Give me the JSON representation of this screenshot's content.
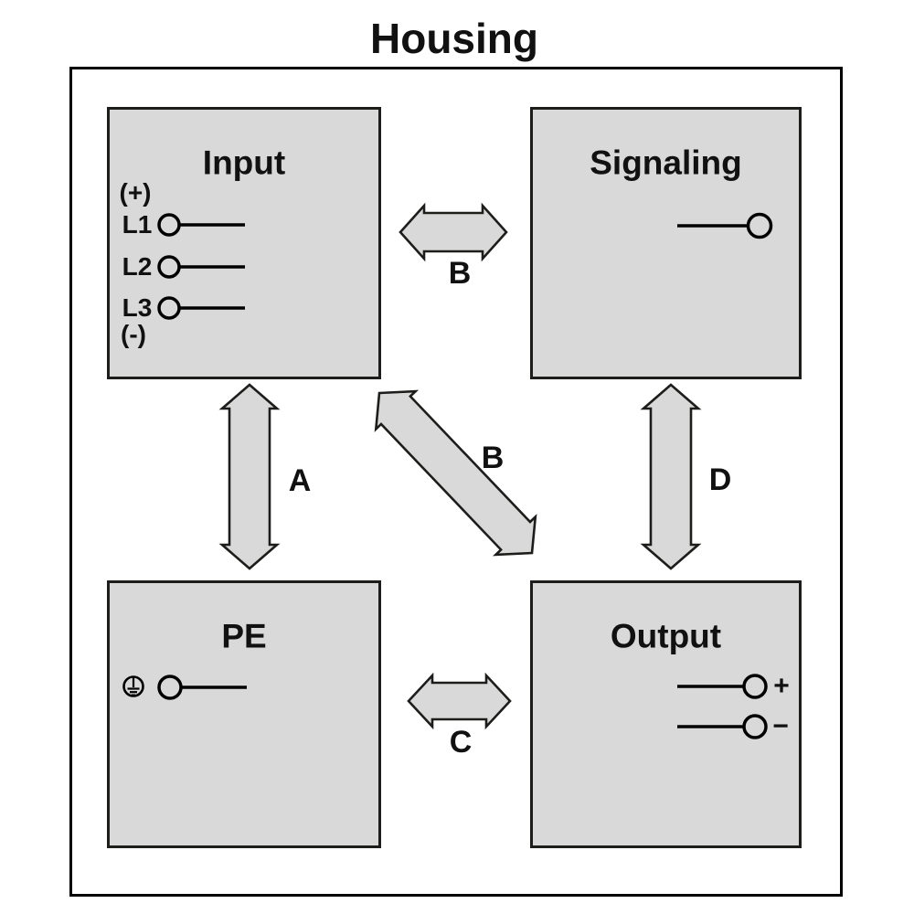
{
  "title": "Housing",
  "colors": {
    "background": "#ffffff",
    "box_fill": "#d9d9d9",
    "box_border": "#1d1d1b",
    "outline": "#000000",
    "text": "#111111",
    "arrow_fill": "#d9d9d9",
    "arrow_stroke": "#1d1d1b"
  },
  "boxes": {
    "input": {
      "label": "Input",
      "terminals": {
        "plus": "(+)",
        "l1": "L1",
        "l2": "L2",
        "l3": "L3",
        "minus": "(-)"
      }
    },
    "signaling": {
      "label": "Signaling"
    },
    "pe": {
      "label": "PE",
      "icon": "protective-earth-icon"
    },
    "output": {
      "label": "Output",
      "terminals": {
        "plus": "+",
        "minus": "−"
      }
    }
  },
  "arrows": {
    "input_pe": {
      "label": "A"
    },
    "input_signaling": {
      "label": "B"
    },
    "input_output": {
      "label": "B"
    },
    "pe_output": {
      "label": "C"
    },
    "signaling_output": {
      "label": "D"
    }
  }
}
